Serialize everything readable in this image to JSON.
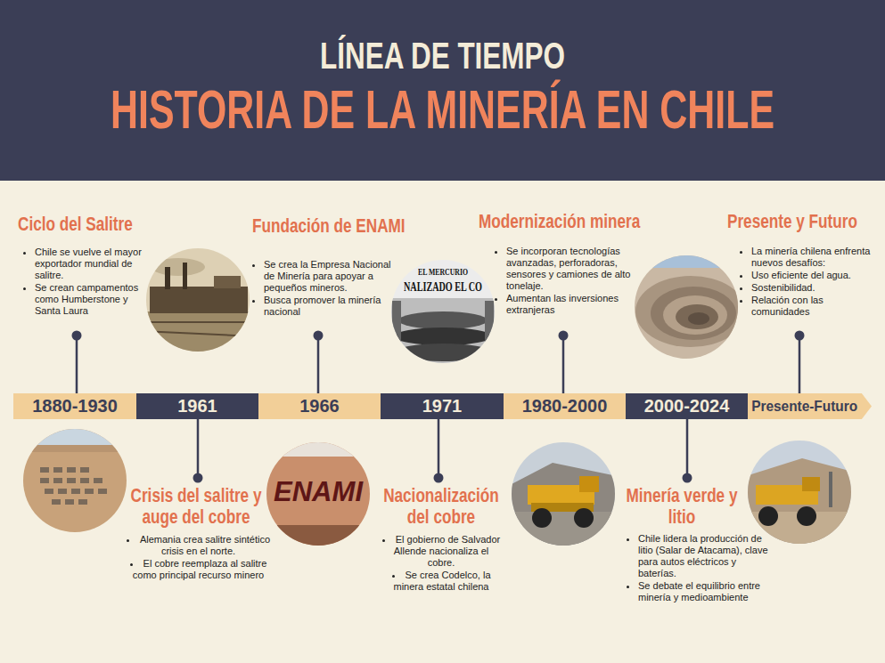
{
  "diagram": {
    "title": "HISTORIA DE LA MINERÍA EN CHILE",
    "nodes": [
      {
        "text": [
          "1880-1930"
        ]
      },
      {
        "text": [
          "1961"
        ]
      },
      {
        "text": [
          "1966"
        ]
      },
      {
        "text": [
          "1971"
        ]
      },
      {
        "text": [
          "1980-2000"
        ]
      },
      {
        "text": [
          "2000-2024"
        ]
      },
      {
        "text": [
          "Presente-Futuro"
        ]
      }
    ],
    "labels": [
      "LÍNEA DE TIEMPO",
      "Ciclo del Salitre",
      "Chile se vuelve el mayor exportador mundial de salitre.",
      "Se crean campamentos como Humberstone y Santa Laura",
      "Fundación de ENAMI",
      "Se crea la Empresa Nacional de Minería para apoyar a pequeños mineros.",
      "Busca promover la minería nacional",
      "Modernización minera",
      "Se incorporan tecnologías avanzadas, perforadoras, sensores y camiones de alto tonelaje.",
      "Aumentan las inversiones extranjeras",
      "Presente y Futuro",
      "La minería chilena enfrenta nuevos desafíos:",
      "Uso eficiente del agua.",
      "Sostenibilidad.",
      "Relación con las comunidades",
      "Crisis del salitre y auge del cobre",
      "Alemania crea salitre sintético crisis en el norte.",
      "El cobre reemplaza al salitre como principal recurso minero",
      "Nacionalización del cobre",
      "El gobierno de Salvador Allende nacionaliza el cobre.",
      "Se crea Codelco, la minera estatal chilena",
      "Minería verde y litio",
      "Chile lidera la producción de litio (Salar de Atacama), clave para autos eléctricos y baterías.",
      "Se debate el equilibrio entre minería y medioambiente",
      "EL MERCURIO",
      "NALIZADO EL CO",
      "ENAMI"
    ]
  }
}
